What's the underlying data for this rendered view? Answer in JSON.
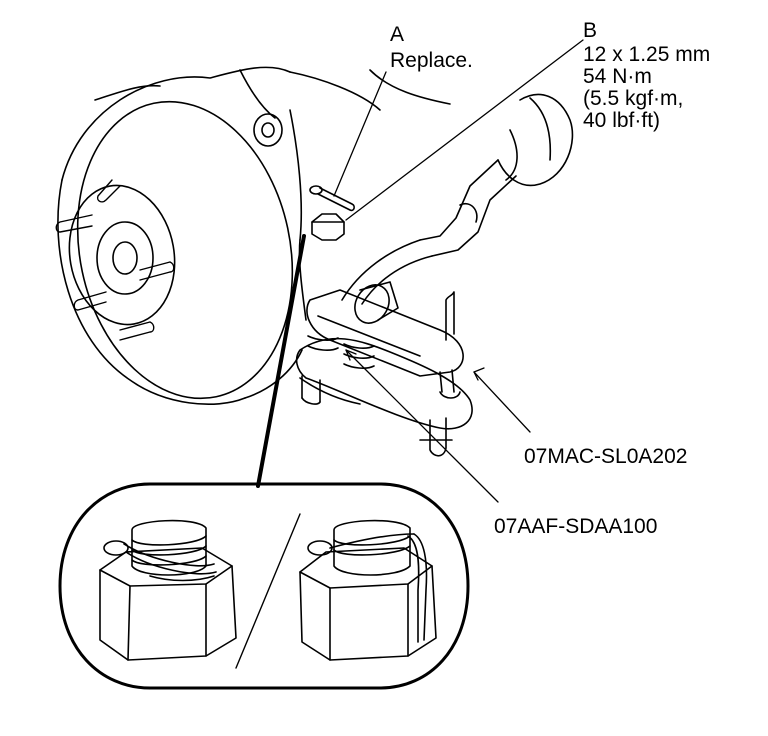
{
  "callouts": {
    "a": {
      "letter": "A",
      "text": "Replace."
    },
    "b": {
      "letter": "B",
      "spec_lines": [
        "12 x 1.25 mm",
        "54 N·m",
        "(5.5 kgf·m,",
        "40 lbf·ft)"
      ]
    },
    "tool_1": "07MAC-SL0A202",
    "tool_2": "07AAF-SDAA100"
  }
}
